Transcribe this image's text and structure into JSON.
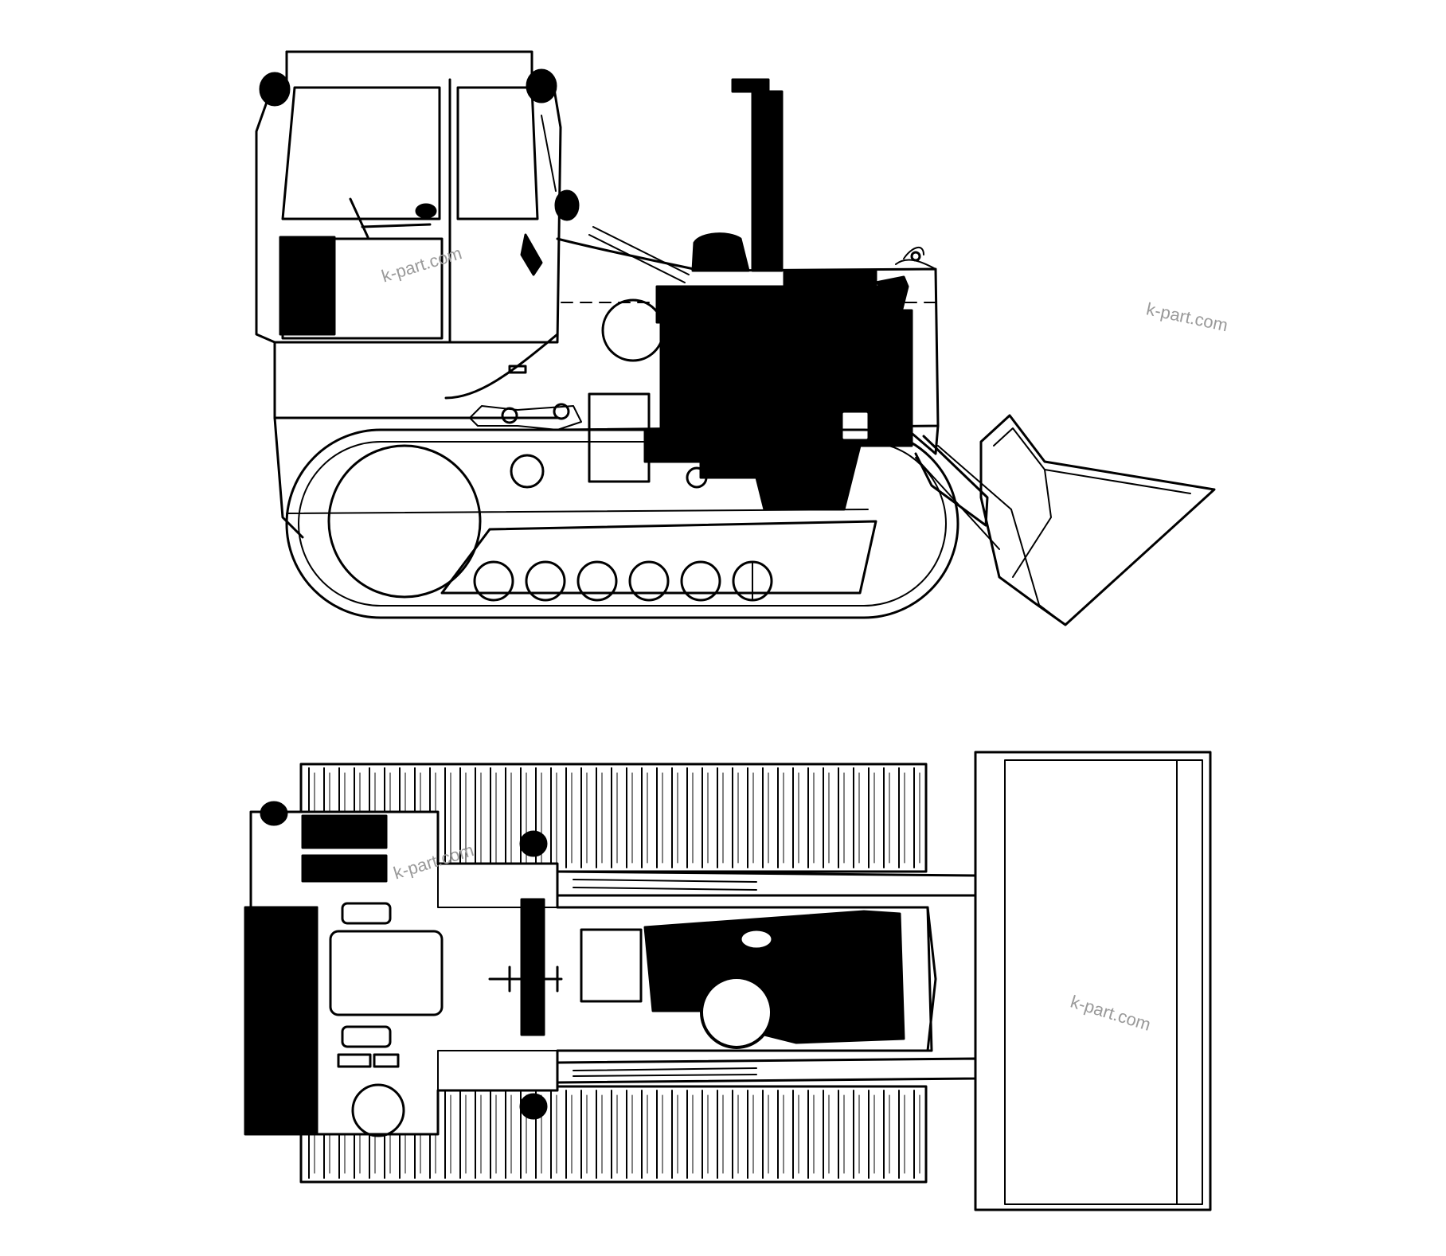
{
  "diagram": {
    "views": [
      {
        "name": "side-elevation"
      },
      {
        "name": "plan-view"
      }
    ],
    "ink_color": "#000000",
    "paper_color": "#ffffff",
    "watermark_color": "#9a9a9a"
  },
  "watermarks": [
    {
      "text": "k-part.com"
    },
    {
      "text": "k-part.com"
    },
    {
      "text": "k-part.com"
    },
    {
      "text": "k-part.com"
    }
  ]
}
